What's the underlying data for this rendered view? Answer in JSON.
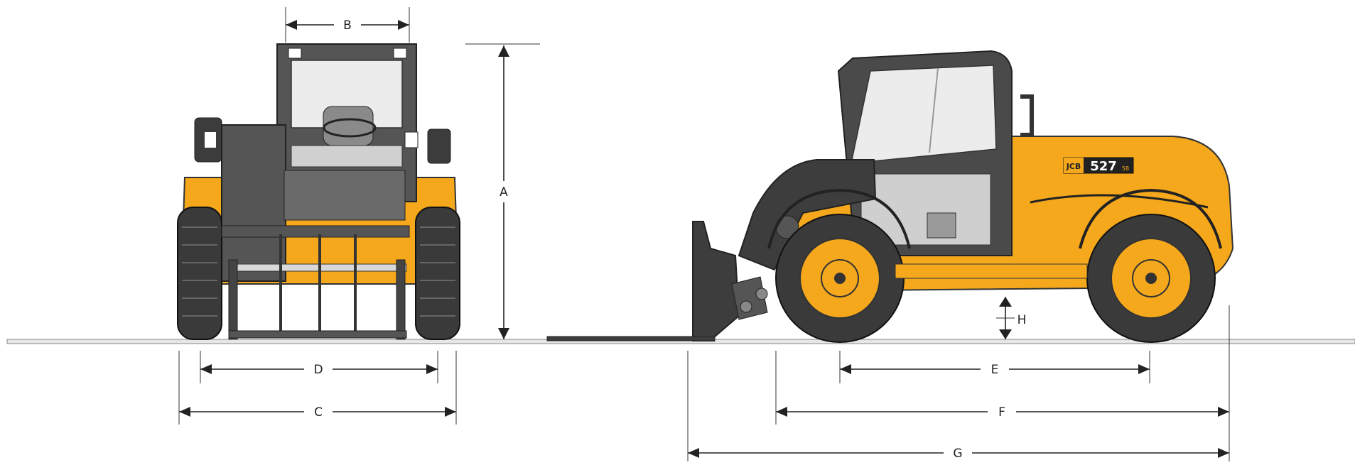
{
  "model_badge": {
    "brand": "JCB",
    "model": "527",
    "suffix": "58"
  },
  "dimensions": {
    "a": "A",
    "b": "B",
    "c": "C",
    "d": "D",
    "e": "E",
    "f": "F",
    "g": "G",
    "h": "H"
  },
  "colors": {
    "body_yellow": "#F5A81C",
    "body_dark": "#4A4A4A",
    "tyre": "#3A3A3A",
    "glass": "#E8E8E8",
    "line": "#222222"
  }
}
